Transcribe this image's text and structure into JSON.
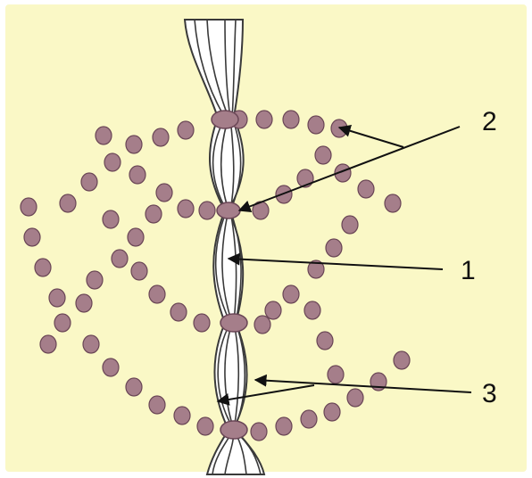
{
  "colors": {
    "background": "#faf8c6",
    "dot_fill": "#a57e8a",
    "dot_stroke": "#6a4656",
    "strand_fill": "#ffffff",
    "strand_stroke": "#3a3a3a",
    "arrow": "#111111"
  },
  "labels": {
    "label_1": "1",
    "label_2": "2",
    "label_3": "3"
  }
}
